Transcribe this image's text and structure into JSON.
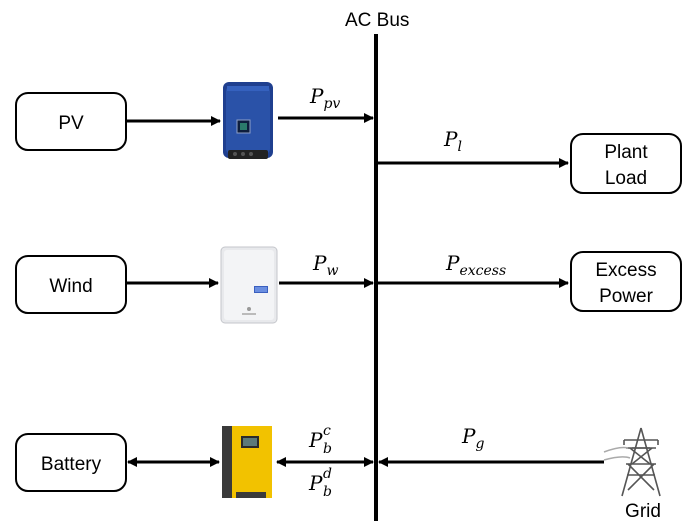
{
  "bus": {
    "label": "AC Bus"
  },
  "sources": {
    "pv": {
      "label": "PV"
    },
    "wind": {
      "label": "Wind"
    },
    "battery": {
      "label": "Battery"
    }
  },
  "loads": {
    "plant": {
      "label_line1": "Plant",
      "label_line2": "Load"
    },
    "excess": {
      "label_line1": "Excess",
      "label_line2": "Power"
    }
  },
  "grid": {
    "label": "Grid"
  },
  "flows": {
    "pv": {
      "symbol": "P",
      "sub": "pv"
    },
    "wind": {
      "symbol": "P",
      "sub": "w"
    },
    "load": {
      "symbol": "P",
      "sub": "l"
    },
    "excess": {
      "symbol": "P",
      "sub": "excess"
    },
    "grid": {
      "symbol": "P",
      "sub": "g"
    },
    "charge": {
      "symbol": "P",
      "sub": "b",
      "sup": "c"
    },
    "discharge": {
      "symbol": "P",
      "sub": "b",
      "sup": "d"
    }
  },
  "colors": {
    "pv_inverter": "#1f3f8f",
    "wind_inverter": "#ecedf0",
    "battery_inverter": "#f2c200",
    "line": "#000000"
  }
}
